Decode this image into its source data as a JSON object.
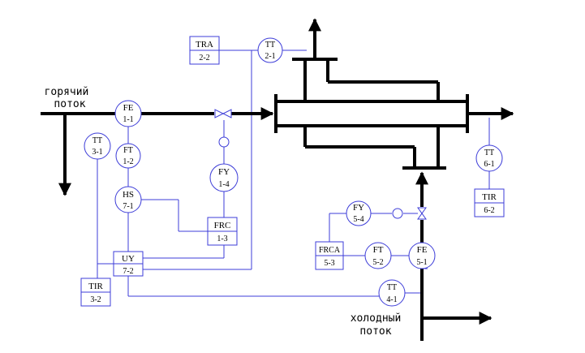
{
  "streams": {
    "hot": {
      "line1": "горячий",
      "line2": "поток"
    },
    "cold": {
      "line1": "холодный",
      "line2": "поток"
    }
  },
  "instruments": {
    "fe11": {
      "tag": "FE",
      "num": "1-1"
    },
    "tt31": {
      "tag": "TT",
      "num": "3-1"
    },
    "ft12": {
      "tag": "FT",
      "num": "1-2"
    },
    "hs71": {
      "tag": "HS",
      "num": "7-1"
    },
    "fy14": {
      "tag": "FY",
      "num": "1-4"
    },
    "frc13": {
      "tag": "FRC",
      "num": "1-3"
    },
    "uy72": {
      "tag": "UY",
      "num": "7-2"
    },
    "tir32": {
      "tag": "TIR",
      "num": "3-2"
    },
    "tra22": {
      "tag": "TRA",
      "num": "2-2"
    },
    "tt21": {
      "tag": "TT",
      "num": "2-1"
    },
    "tt61": {
      "tag": "TT",
      "num": "6-1"
    },
    "tir62": {
      "tag": "TIR",
      "num": "6-2"
    },
    "fy54": {
      "tag": "FY",
      "num": "5-4"
    },
    "frca53": {
      "tag": "FRCA",
      "num": "5-3"
    },
    "ft52": {
      "tag": "FT",
      "num": "5-2"
    },
    "fe51": {
      "tag": "FE",
      "num": "5-1"
    },
    "tt41": {
      "tag": "TT",
      "num": "4-1"
    }
  },
  "colors": {
    "process_line": "#000000",
    "signal_line": "#3c3cd8"
  }
}
